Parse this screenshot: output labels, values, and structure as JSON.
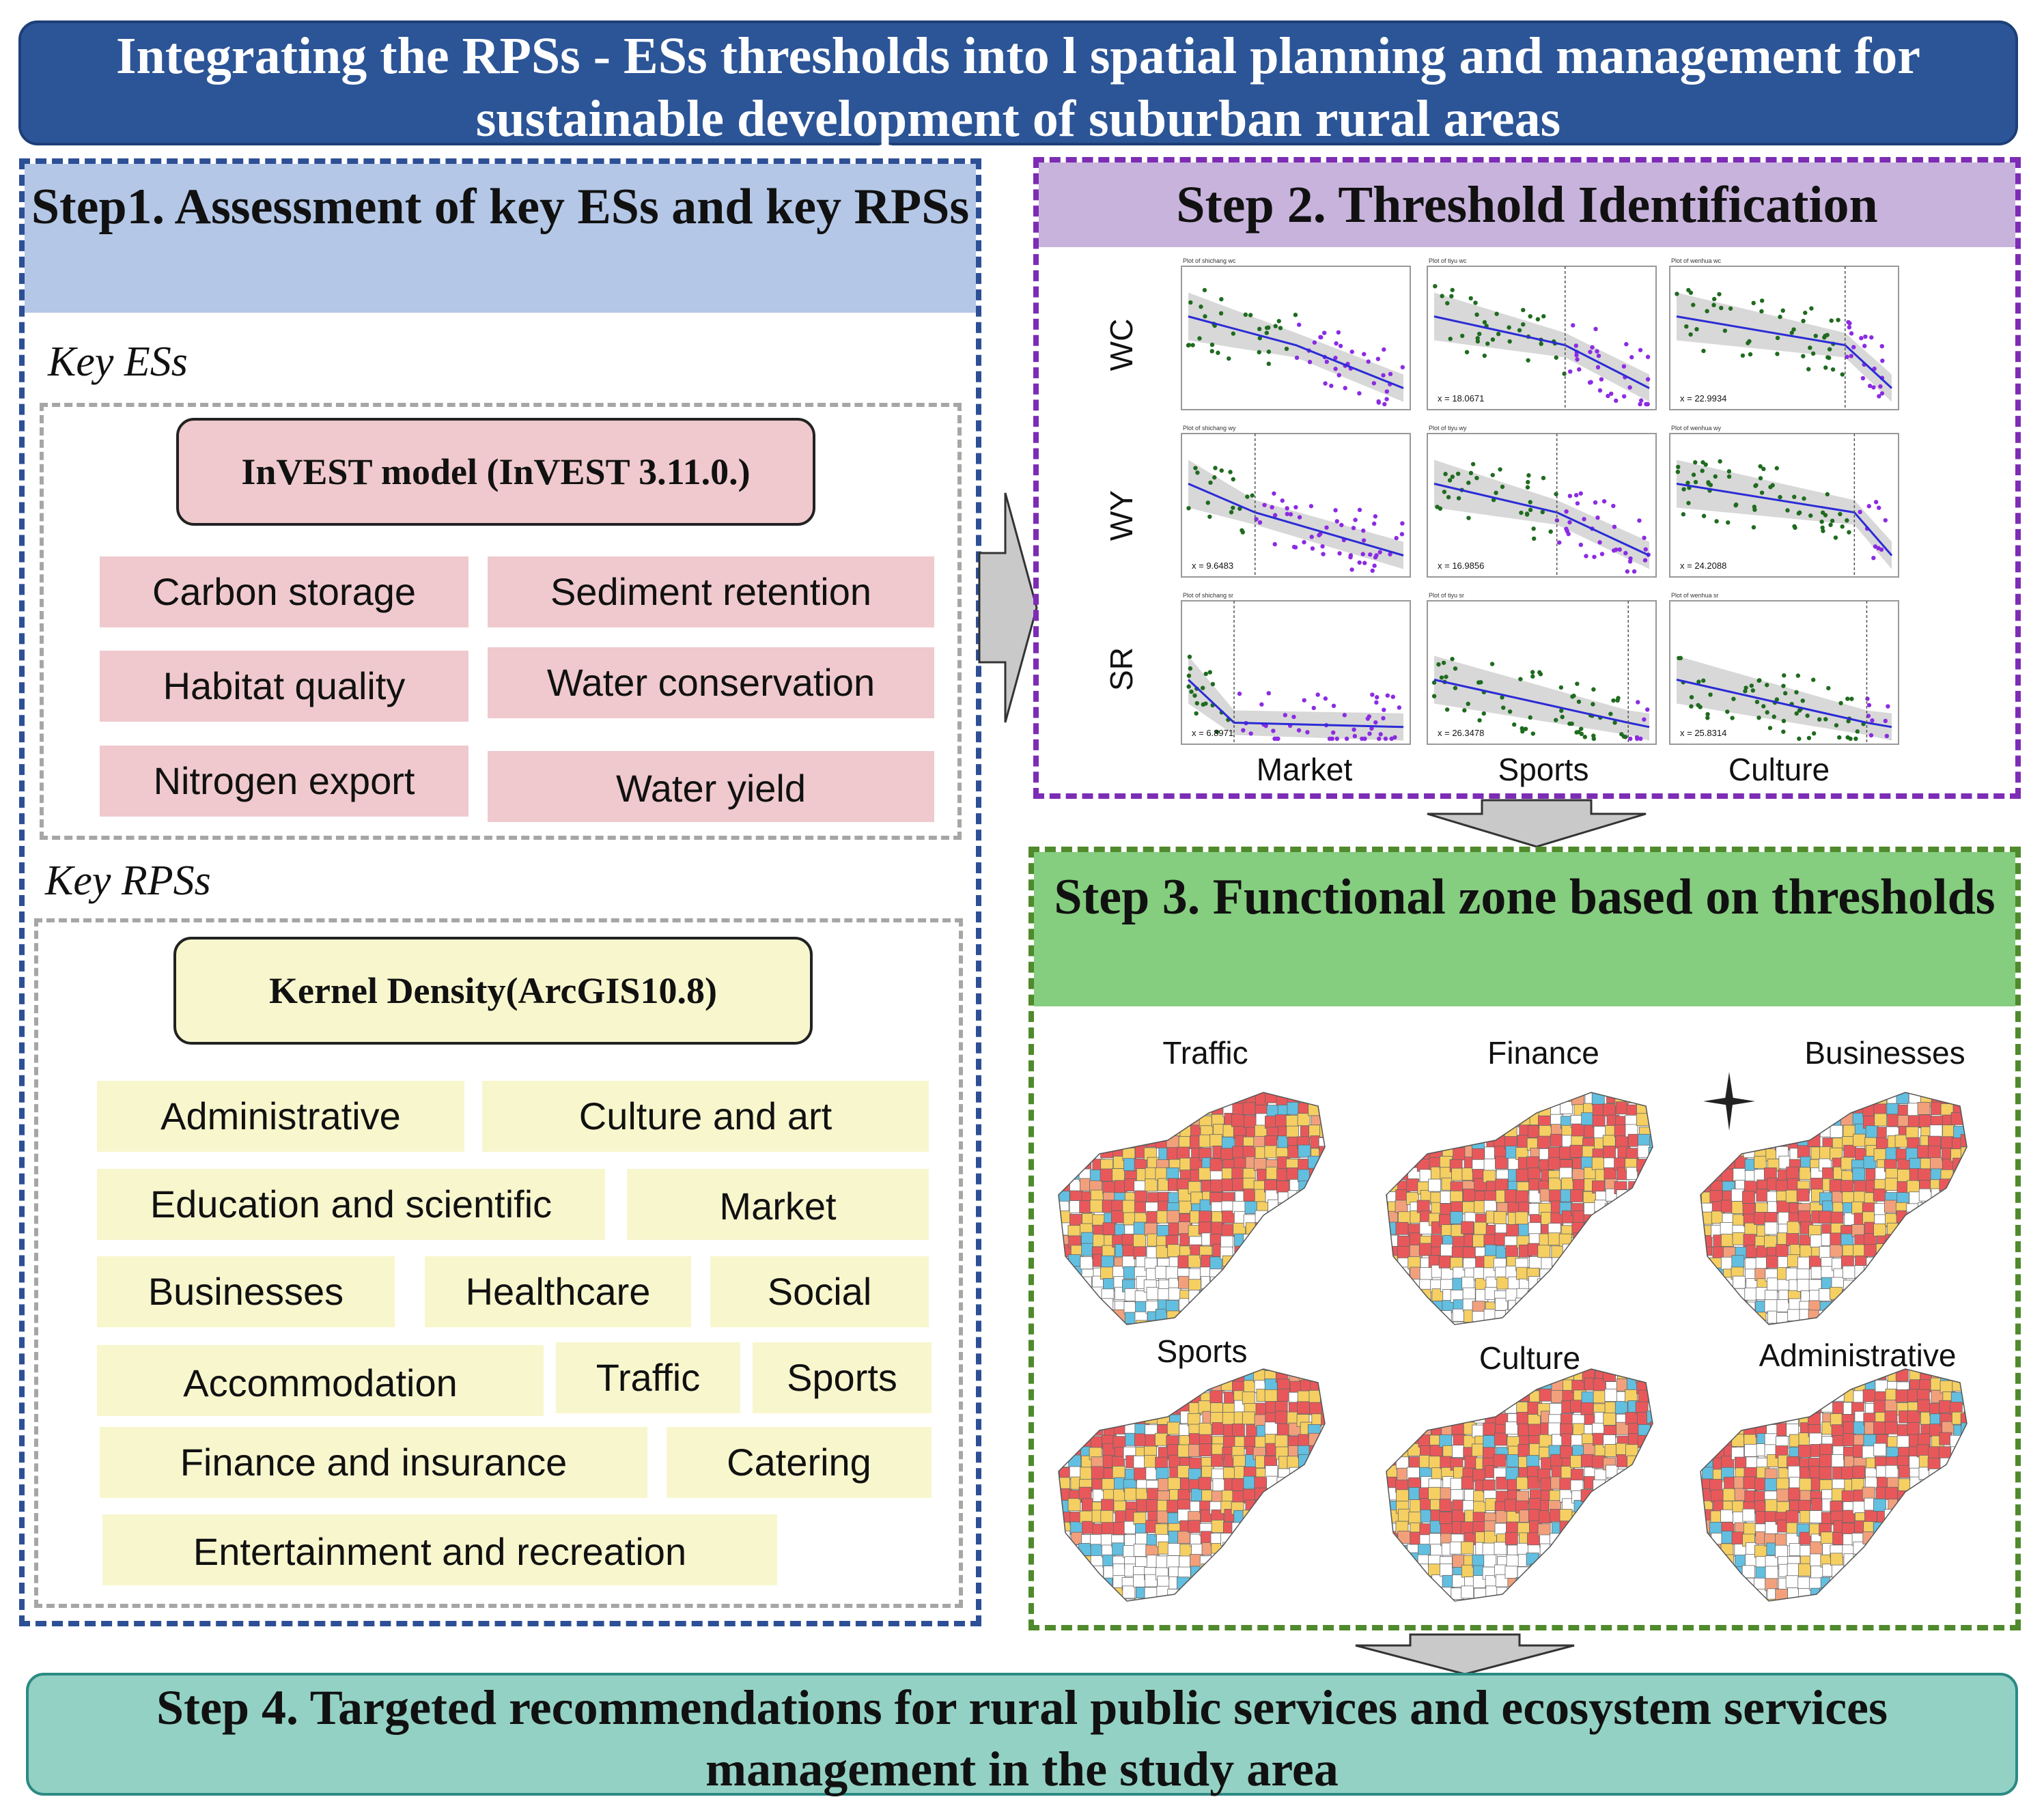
{
  "title": "Integrating the RPSs - ESs thresholds into l spatial planning and management for sustainable development of suburban rural areas",
  "step1": {
    "header": "Step1. Assessment of key ESs and key RPSs",
    "key_ess_label": "Key ESs",
    "invest_model": "InVEST  model (InVEST  3.11.0.)",
    "ess": [
      "Carbon storage",
      "Sediment retention",
      "Habitat quality",
      "Water conservation",
      "Nitrogen export",
      "Water yield"
    ],
    "key_rpss_label": "Key RPSs",
    "kernel_model": "Kernel Density(ArcGIS10.8)",
    "rpss": [
      "Administrative",
      "Culture and art",
      "Education and scientific",
      "Market",
      "Businesses",
      "Healthcare",
      "Social",
      "Accommodation",
      "Traffic",
      "Sports",
      "Finance and insurance",
      "Catering",
      "Entertainment and recreation"
    ]
  },
  "step2": {
    "header": "Step 2. Threshold Identification",
    "rows": [
      "WC",
      "WY",
      "SR"
    ],
    "columns": [
      "Market",
      "Sports",
      "Culture"
    ],
    "plot_titles": [
      [
        "Plot of shichang wc",
        "Plot of tiyu wc",
        "Plot of wenhua wc"
      ],
      [
        "Plot of shichang wy",
        "Plot of tiyu wy",
        "Plot of wenhua wy"
      ],
      [
        "Plot of shichang sr",
        "Plot of tiyu sr",
        "Plot of wenhua sr"
      ]
    ],
    "thresholds": [
      [
        "",
        "x = 18.0671",
        "x = 22.9934"
      ],
      [
        "x = 9.6483",
        "x = 16.9856",
        "x = 24.2088"
      ],
      [
        "x = 6.8971",
        "x = 26.3478",
        "x = 25.8314"
      ]
    ],
    "threshold_values": [
      [
        null,
        18.0671,
        22.9934
      ],
      [
        9.6483,
        16.9856,
        24.2088
      ],
      [
        6.8971,
        26.3478,
        25.8314
      ]
    ],
    "colors": {
      "below": "#1f6b1f",
      "above": "#8b2be2",
      "fit": "#2b2bd6",
      "band": "#c8c8c8"
    }
  },
  "step3": {
    "header": "Step 3. Functional zone based on thresholds",
    "maps": [
      "Traffic",
      "Finance",
      "Businesses",
      "Sports",
      "Culture",
      "Administrative"
    ],
    "zone_colors": [
      "#e8585a",
      "#f5cf62",
      "#62bfe0",
      "#f2a07c",
      "#ffffff"
    ]
  },
  "step4": {
    "header": "Step 4. Targeted recommendations for rural public services and ecosystem services management in the study area"
  }
}
